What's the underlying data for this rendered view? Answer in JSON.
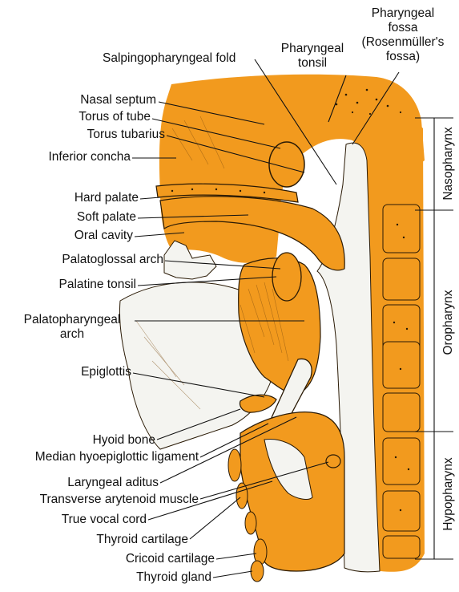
{
  "colors": {
    "tissue": "#F29A1E",
    "tissue_dark": "#D9800C",
    "mucosa": "#F4F4F0",
    "ink": "#2A1A05"
  },
  "labels": {
    "pharyngeal_fossa": [
      "Pharyngeal",
      "fossa",
      "(Rosenmüller's",
      "fossa)"
    ],
    "pharyngeal_tonsil": [
      "Pharyngeal",
      "tonsil"
    ],
    "salpingopharyngeal_fold": "Salpingopharyngeal fold",
    "nasal_septum": "Nasal septum",
    "torus_of_tube": "Torus of tube",
    "torus_tubarius": "Torus tubarius",
    "inferior_concha": "Inferior concha",
    "hard_palate": "Hard palate",
    "soft_palate": "Soft palate",
    "oral_cavity": "Oral cavity",
    "palatoglossal_arch": "Palatoglossal arch",
    "palatine_tonsil": "Palatine tonsil",
    "palatopharyngeal_arch": [
      "Palatopharyngeal",
      "arch"
    ],
    "epiglottis": "Epiglottis",
    "hyoid_bone": "Hyoid bone",
    "median_hyoepiglottic_ligament": "Median hyoepiglottic ligament",
    "laryngeal_aditus": "Laryngeal aditus",
    "transverse_arytenoid_muscle": "Transverse arytenoid muscle",
    "true_vocal_cord": "True vocal cord",
    "thyroid_cartilage": "Thyroid cartilage",
    "cricoid_cartilage": "Cricoid cartilage",
    "thyroid_gland": "Thyroid gland"
  },
  "regions": {
    "nasopharynx": "Nasopharynx",
    "oropharynx": "Oropharynx",
    "hypopharynx": "Hypopharynx"
  }
}
